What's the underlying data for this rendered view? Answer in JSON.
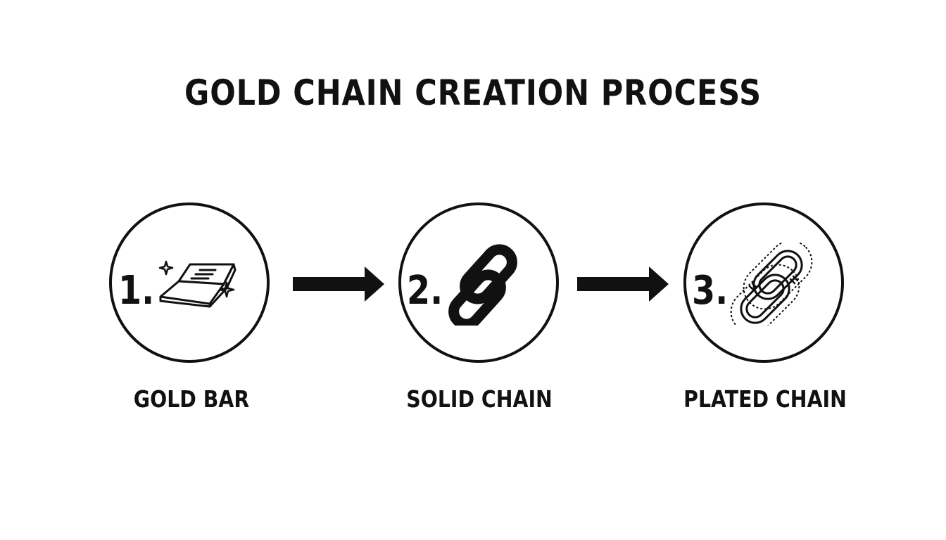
{
  "title": "GOLD CHAIN CREATION PROCESS",
  "steps": [
    {
      "number": "1.",
      "label": "GOLD BAR",
      "icon": "gold-bar-icon"
    },
    {
      "number": "2.",
      "label": "SOLID CHAIN",
      "icon": "chain-link-icon"
    },
    {
      "number": "3.",
      "label": "PLATED CHAIN",
      "icon": "plated-chain-link-icon"
    }
  ],
  "colors": {
    "ink": "#111111",
    "background": "#ffffff"
  }
}
